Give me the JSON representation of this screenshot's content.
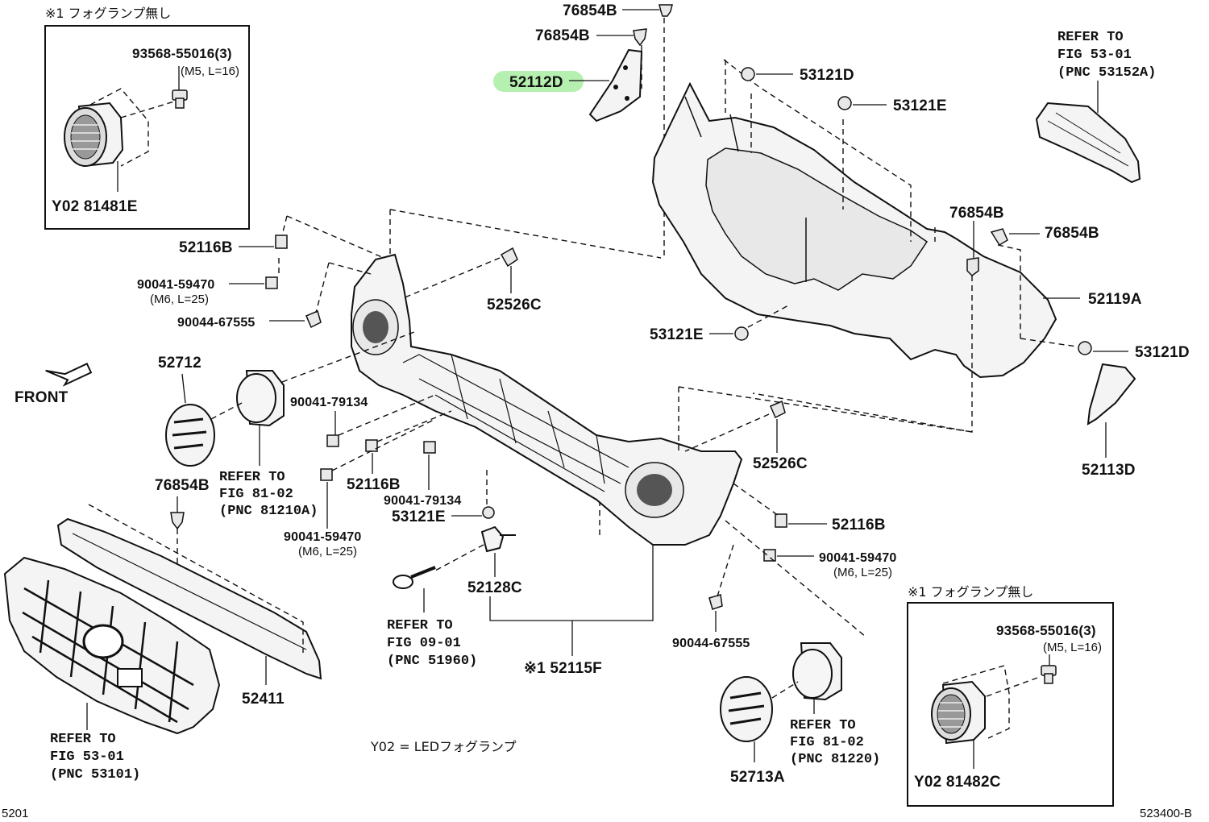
{
  "labels": {
    "inset_top_note": "※1 フォグランプ無し",
    "inset_top_bolt": "93568-55016(3)",
    "inset_top_bolt_spec": "(M5, L=16)",
    "inset_top_lamp": "Y02 81481E",
    "l_76854B_a": "76854B",
    "l_76854B_b": "76854B",
    "l_52112D": "52112D",
    "l_53121D_a": "53121D",
    "l_53121E_a": "53121E",
    "ref_53152A_1": "REFER TO",
    "ref_53152A_2": "FIG 53-01",
    "ref_53152A_3": "(PNC 53152A)",
    "l_76854B_c": "76854B",
    "l_76854B_d": "76854B",
    "l_52119A": "52119A",
    "l_53121D_b": "53121D",
    "l_53121E_b": "53121E",
    "l_52116B_a": "52116B",
    "l_90041_59470_a": "90041-59470",
    "l_90041_59470_a_spec": "(M6, L=25)",
    "l_90044_67555_a": "90044-67555",
    "l_52526C_a": "52526C",
    "l_52712": "52712",
    "front": "FRONT",
    "l_90041_79134_a": "90041-79134",
    "ref_81210A_1": "REFER TO",
    "ref_81210A_2": "FIG 81-02",
    "ref_81210A_3": "(PNC 81210A)",
    "l_52116B_b": "52116B",
    "l_76854B_e": "76854B",
    "l_90041_79134_b": "90041-79134",
    "l_53121E_c": "53121E",
    "l_90041_59470_b": "90041-59470",
    "l_90041_59470_b_spec": "(M6, L=25)",
    "l_52526C_b": "52526C",
    "l_52113D": "52113D",
    "l_52116B_c": "52116B",
    "l_90041_59470_c": "90041-59470",
    "l_90041_59470_c_spec": "(M6, L=25)",
    "l_52128C": "52128C",
    "ref_51960_1": "REFER TO",
    "ref_51960_2": "FIG 09-01",
    "ref_51960_3": "(PNC 51960)",
    "l_52115F": "※1 52115F",
    "l_90044_67555_b": "90044-67555",
    "l_52411": "52411",
    "ref_53101_1": "REFER TO",
    "ref_53101_2": "FIG 53-01",
    "ref_53101_3": "(PNC 53101)",
    "legend_y02": "Y02 = LEDフォグランプ",
    "ref_81220_1": "REFER TO",
    "ref_81220_2": "FIG 81-02",
    "ref_81220_3": "(PNC 81220)",
    "l_52713A": "52713A",
    "inset_bottom_note": "※1 フォグランプ無し",
    "inset_bottom_bolt": "93568-55016(3)",
    "inset_bottom_bolt_spec": "(M5, L=16)",
    "inset_bottom_lamp": "Y02 81482C",
    "corner_left": "5201",
    "corner_right": "523400-B"
  },
  "highlight_color": "#b6f0b0"
}
